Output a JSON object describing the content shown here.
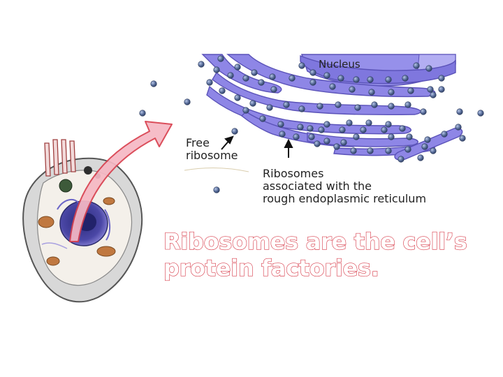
{
  "labels": {
    "nucleus": "Nucleus",
    "free_ribosome_line1": "Free",
    "free_ribosome_line2": "ribosome",
    "er_ribosomes_line1": "Ribosomes",
    "er_ribosomes_line2": "associated with the",
    "er_ribosomes_line3": "rough endoplasmic reticulum"
  },
  "caption": {
    "line1": "Ribosomes are the cell’s",
    "line2": "protein factories."
  },
  "colors": {
    "background": "#ffffff",
    "er_fill": "#8e86e6",
    "er_stroke": "#5a52b8",
    "ribosome": "#5a6f9c",
    "caption_outline": "#d8404e",
    "arrow_fill": "#f6b8c4",
    "arrow_stroke": "#d8404e",
    "cell_membrane": "#d8d8d8",
    "nucleus_cell": "#3c3a8a"
  },
  "icons": [
    "cell-illustration",
    "zoom-arrow",
    "ribosome-dot",
    "pointer-arrow"
  ]
}
